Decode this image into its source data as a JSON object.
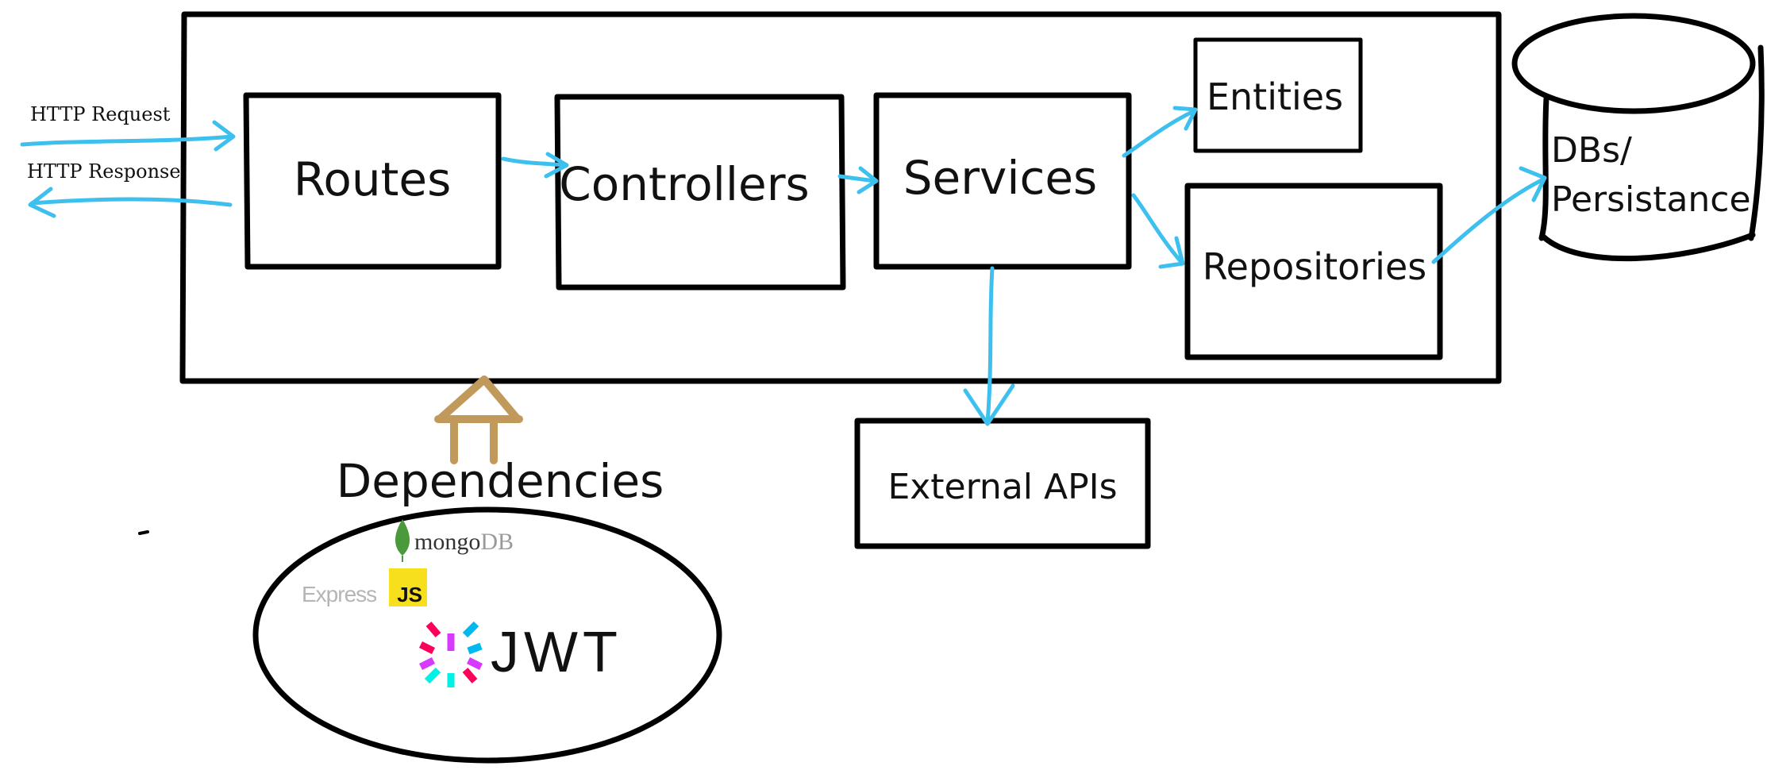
{
  "labels": {
    "http_request": "HTTP Request",
    "http_response": "HTTP Response",
    "routes": "Routes",
    "controllers": "Controllers",
    "services": "Services",
    "entities": "Entities",
    "repositories": "Repositories",
    "external_apis": "External APIs",
    "db": [
      "DBs/",
      "Persistance"
    ],
    "dependencies": "Dependencies"
  },
  "logos": {
    "mongodb": {
      "part1": "mongo",
      "part2": "DB"
    },
    "express": "Express",
    "js": "JS",
    "jwt": "JWT"
  },
  "colors": {
    "arrow": "#3ec0ef",
    "pillar": "#c19a5b",
    "mongo_leaf": "#4a9a3b",
    "js_badge": "#f7df1e",
    "ink": "#000000"
  }
}
